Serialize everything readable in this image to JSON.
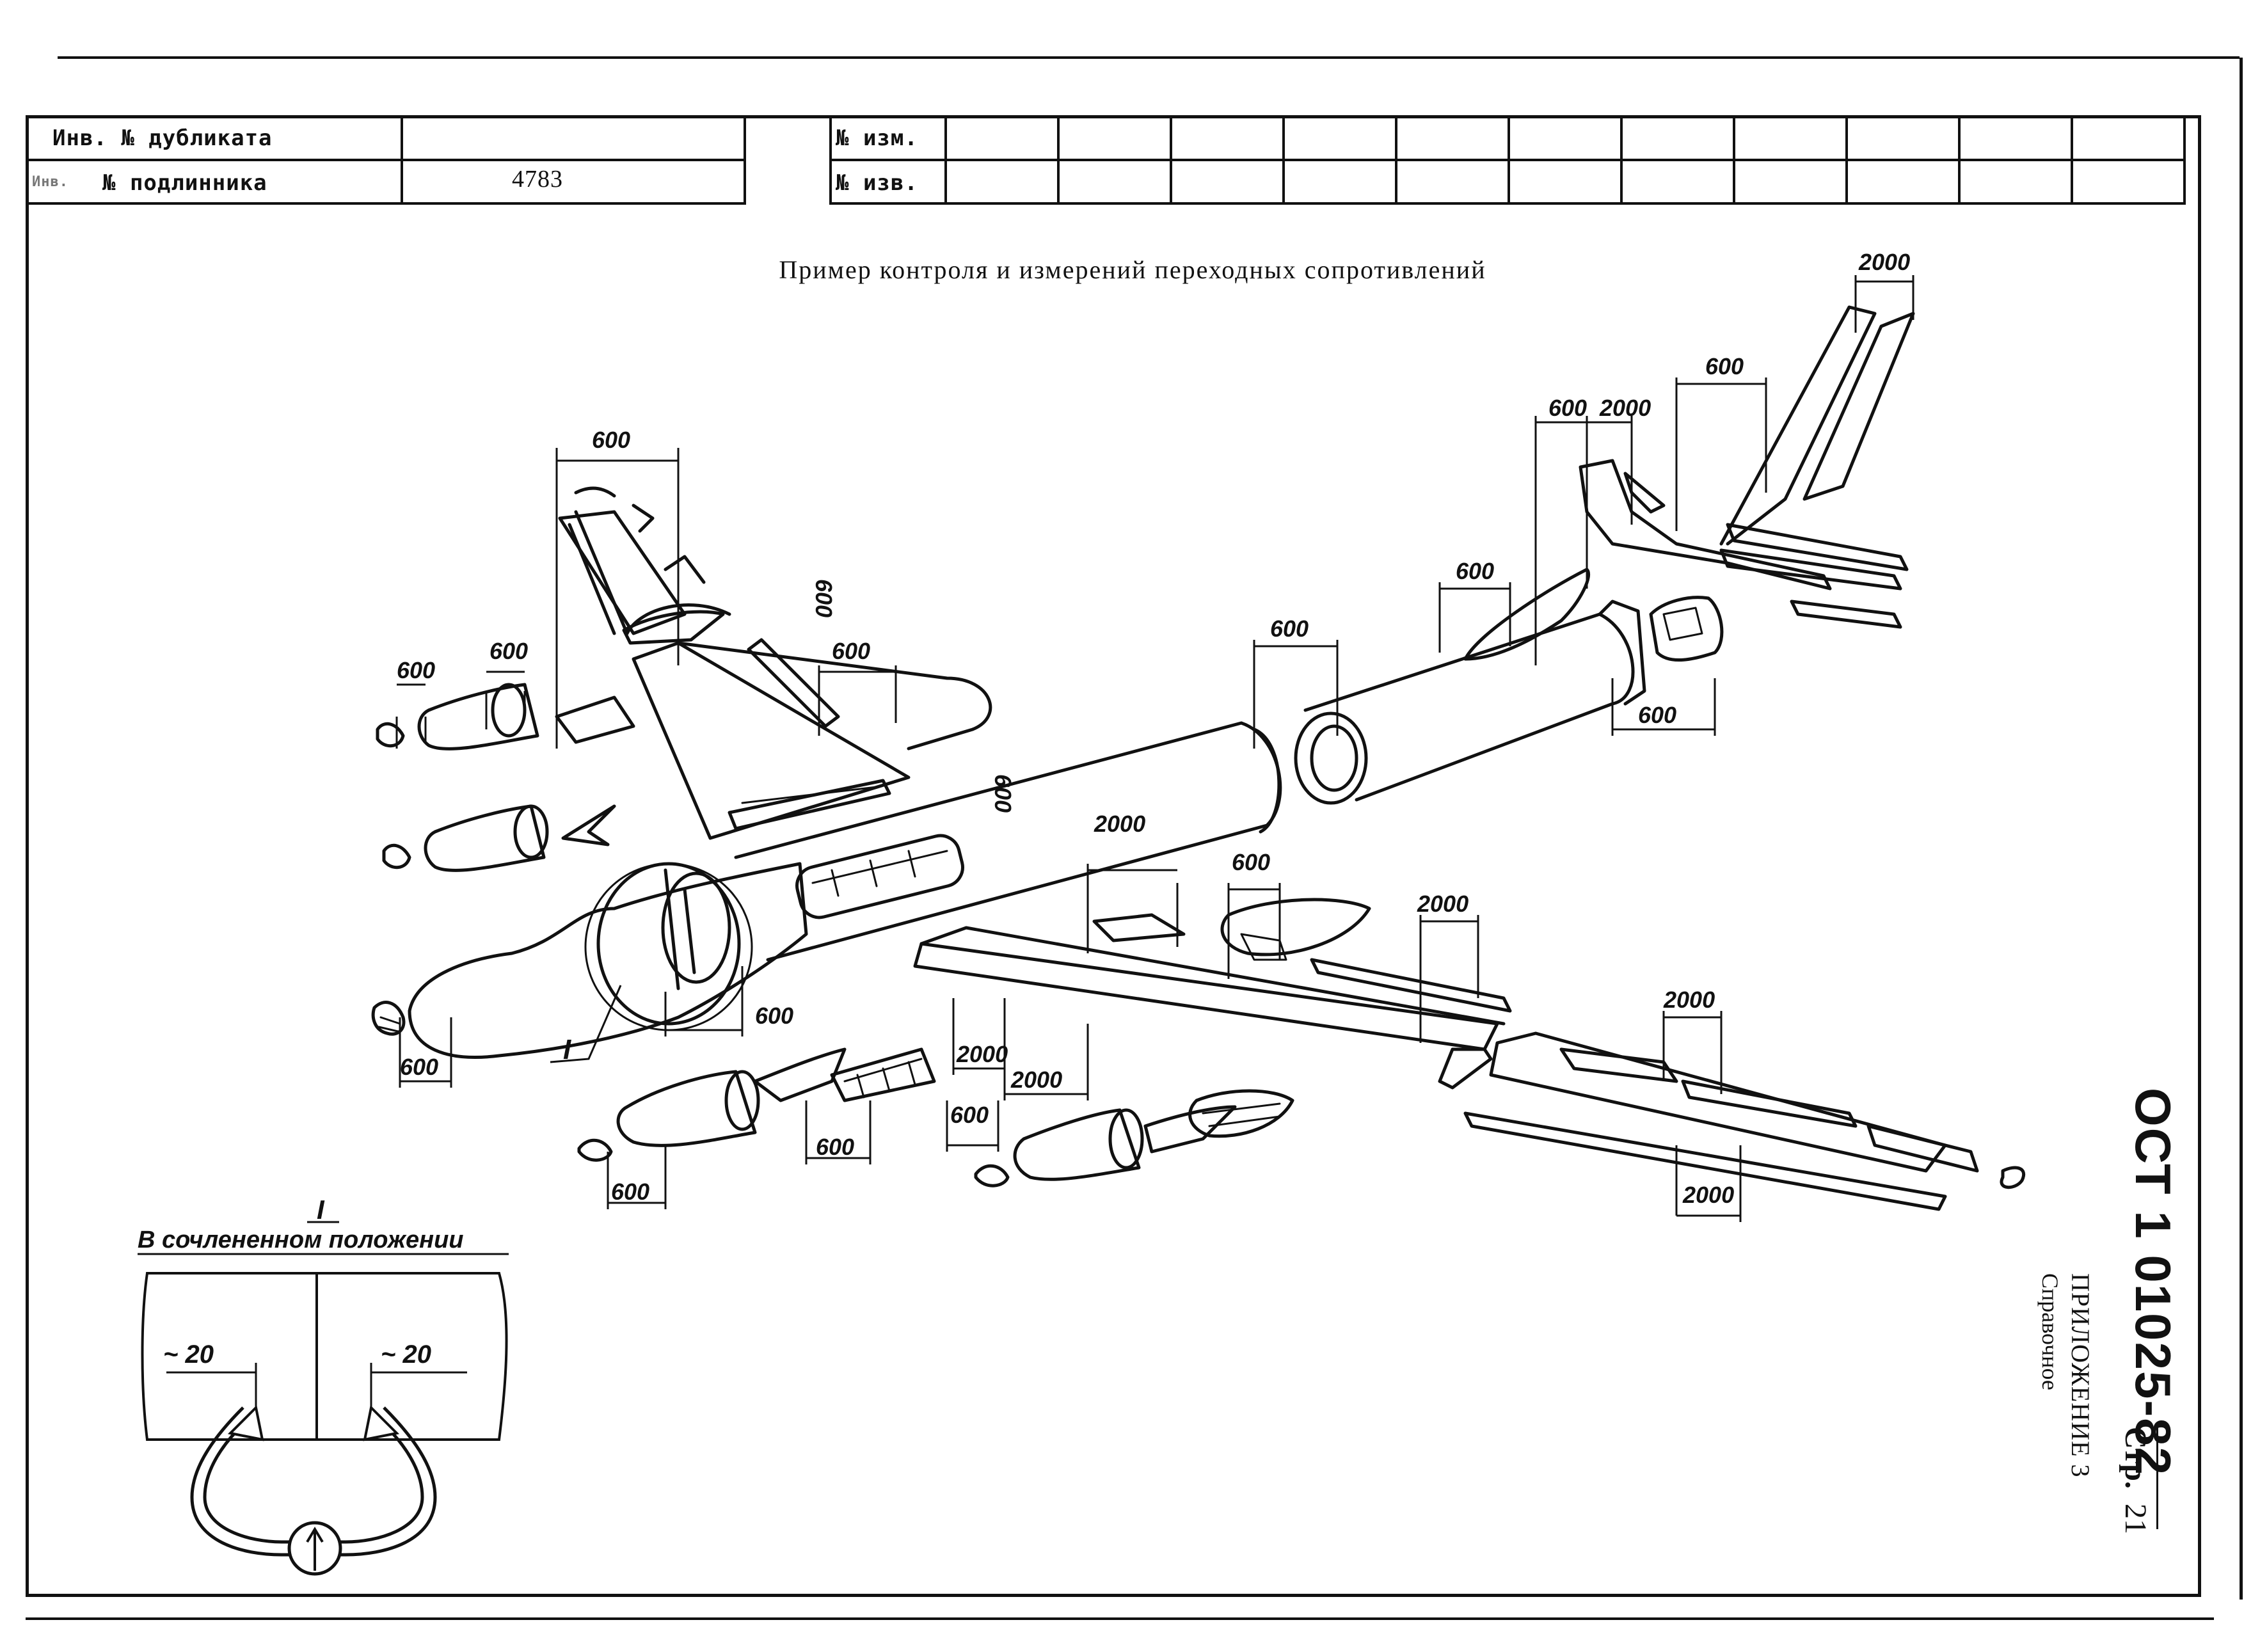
{
  "stamp_table": {
    "dup_inv_label": "Инв. № дубликата",
    "dup_inv_value": "",
    "orig_inv_label": "№ подлинника",
    "orig_inv_prefix": "Инв.",
    "orig_inv_value": "4783",
    "change_no_label": "№ изм.",
    "notice_no_label": "№ изв."
  },
  "title": "Пример контроля и измерений переходных сопротивлений",
  "dimensions": {
    "d600": "600",
    "d2000": "2000"
  },
  "detail": {
    "label": "I",
    "caption": "В сочлененном положении",
    "dim_left": "~ 20",
    "dim_right": "~ 20"
  },
  "side": {
    "standard": "ОСТ 1 01025-82",
    "page_label": "Стр.",
    "page_no": "21",
    "appendix": "ПРИЛОЖЕНИЕ 3",
    "appendix_type": "Справочное"
  }
}
